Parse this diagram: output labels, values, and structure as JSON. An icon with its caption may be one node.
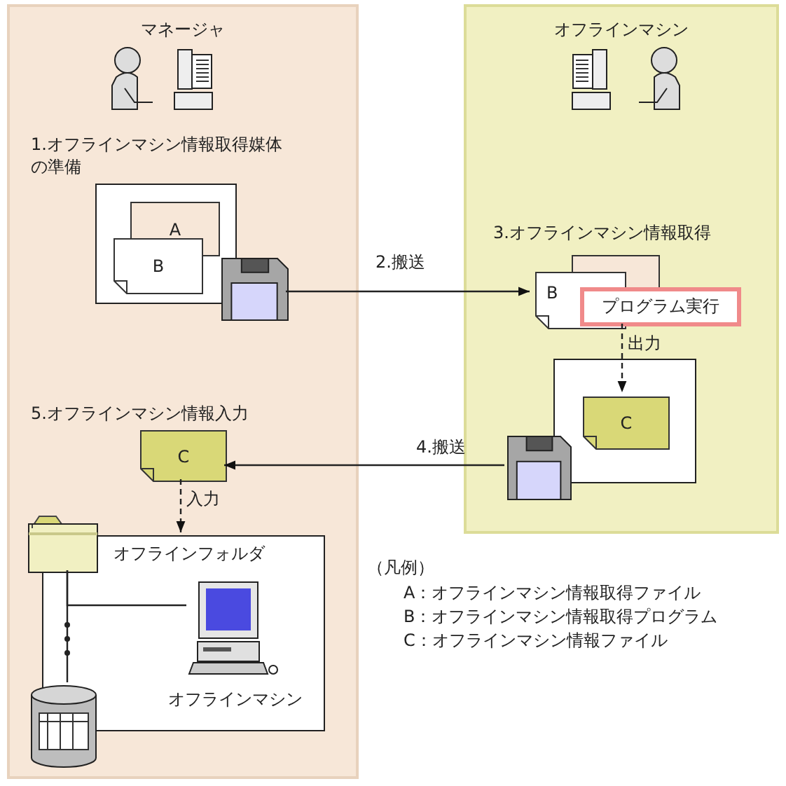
{
  "diagram": {
    "nodes": [
      {
        "text": [
          "マネージャ"
        ]
      },
      {
        "text": [
          "オフラインマシン"
        ]
      },
      {
        "text": [],
        "shape": "box",
        "in": 0
      },
      {
        "text": [
          "A"
        ],
        "in": 2
      },
      {
        "text": [
          "B"
        ],
        "in": 2
      },
      {
        "text": [],
        "shape": "picture",
        "in": 0
      },
      {
        "text": [
          "B"
        ],
        "in": 1
      },
      {
        "text": [],
        "shape": "box",
        "in": 1
      },
      {
        "text": [
          "プログラム実行"
        ],
        "in": 1
      },
      {
        "text": [],
        "shape": "box",
        "in": 1
      },
      {
        "text": [
          "C"
        ],
        "in": 9
      },
      {
        "text": [],
        "shape": "picture",
        "in": 1
      },
      {
        "text": [
          "C"
        ],
        "in": 0
      },
      {
        "text": [
          "オフラインフォルダ"
        ],
        "in": 0
      },
      {
        "text": [],
        "shape": "picture",
        "in": 0
      },
      {
        "text": [
          "オフラインマシン"
        ],
        "in": 13
      },
      {
        "text": [],
        "shape": "cylinder",
        "in": 0
      }
    ],
    "edges": [
      {
        "from": 5,
        "to": 6,
        "arrow": "to",
        "label": "2.搬送"
      },
      {
        "from": 8,
        "to": 10,
        "arrow": "to",
        "label": "出力",
        "style": "dashed"
      },
      {
        "from": 11,
        "to": 12,
        "arrow": "to",
        "label": "4.搬送"
      },
      {
        "from": 12,
        "to": 13,
        "arrow": "to",
        "label": "入力",
        "style": "dashed"
      },
      {
        "from": 14,
        "to": 15,
        "arrow": "none"
      },
      {
        "from": 14,
        "to": 16,
        "arrow": "none"
      }
    ],
    "labels": [
      "1.オフラインマシン情報取得媒体の準備",
      "3.オフラインマシン情報取得",
      "5.オフラインマシン情報入力",
      "（凡例）",
      "A：オフラインマシン情報取得ファイル",
      "B：オフラインマシン情報取得プログラム",
      "C：オフラインマシン情報ファイル"
    ]
  }
}
